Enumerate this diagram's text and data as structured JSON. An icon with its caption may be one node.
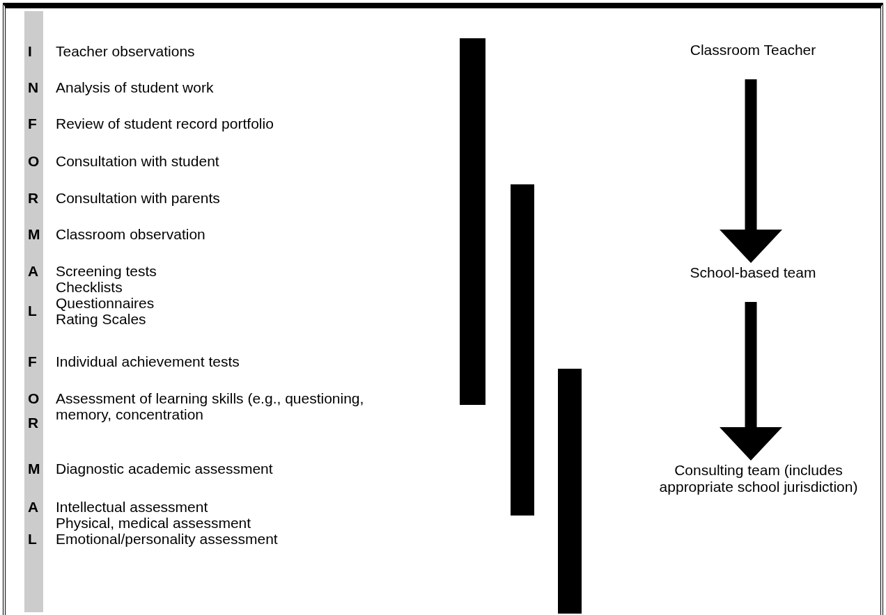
{
  "diagram": {
    "nodes": [
      {
        "text": [],
        "shape": "bar"
      },
      {
        "text": [],
        "shape": "bar"
      },
      {
        "text": [],
        "shape": "bar"
      },
      {
        "text": [
          "Classroom Teacher"
        ]
      },
      {
        "text": [
          "School-based team"
        ]
      },
      {
        "text": [
          "Consulting team (includes appropriate school jurisdiction)"
        ]
      }
    ],
    "edges": [
      {
        "from": 3,
        "to": 4,
        "arrow": "to"
      },
      {
        "from": 4,
        "to": 5,
        "arrow": "to"
      }
    ],
    "labels": [
      "I",
      "Teacher observations",
      "N",
      "Analysis of student work",
      "F",
      "Review of student record portfolio",
      "O",
      "Consultation with student",
      "R",
      "Consultation with parents",
      "M",
      "Classroom observation",
      "A",
      "Screening tests",
      "Checklists",
      "Questionnaires",
      "L",
      "Rating Scales",
      "F",
      "Individual achievement tests",
      "O",
      "Assessment of learning skills (e.g., questioning, memory, concentration",
      "R",
      "M",
      "Diagnostic academic assessment",
      "A",
      "Intellectual assessment",
      "Physical, medical assessment",
      "L",
      "Emotional/personality assessment"
    ]
  }
}
